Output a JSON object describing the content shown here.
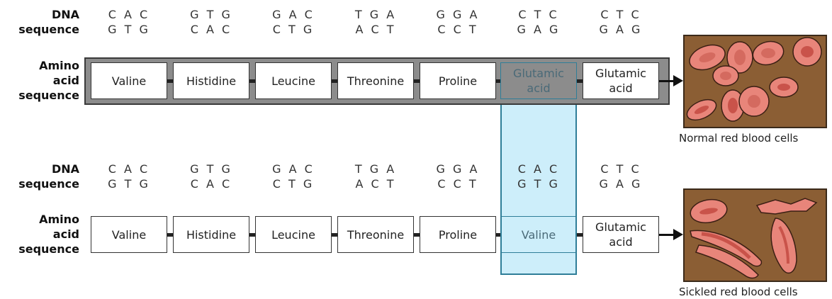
{
  "labels": {
    "dna": [
      "DNA",
      "sequence"
    ],
    "amino": [
      "Amino",
      "acid",
      "sequence"
    ]
  },
  "normal": {
    "dna": [
      {
        "top": "C A C",
        "bottom": "G T G"
      },
      {
        "top": "G T G",
        "bottom": "C A C"
      },
      {
        "top": "G A C",
        "bottom": "C T G"
      },
      {
        "top": "T G A",
        "bottom": "A C T"
      },
      {
        "top": "G G A",
        "bottom": "C C T"
      },
      {
        "top": "C T C",
        "bottom": "G A G"
      },
      {
        "top": "C T C",
        "bottom": "G A G"
      }
    ],
    "amino": [
      "Valine",
      "Histidine",
      "Leucine",
      "Threonine",
      "Proline",
      "Glutamic acid",
      "Glutamic acid"
    ],
    "caption": "Normal red blood cells"
  },
  "sickle": {
    "dna": [
      {
        "top": "C A C",
        "bottom": "G T G"
      },
      {
        "top": "G T G",
        "bottom": "C A C"
      },
      {
        "top": "G A C",
        "bottom": "C T G"
      },
      {
        "top": "T G A",
        "bottom": "A C T"
      },
      {
        "top": "G G A",
        "bottom": "C C T"
      },
      {
        "top": "C A C",
        "bottom": "G T G"
      },
      {
        "top": "C T C",
        "bottom": "G A G"
      }
    ],
    "amino": [
      "Valine",
      "Histidine",
      "Leucine",
      "Threonine",
      "Proline",
      "Valine",
      "Glutamic acid"
    ],
    "caption": "Sickled red blood cells"
  },
  "highlight_index": 5,
  "colors": {
    "highlight_fill": "#cdeefa",
    "highlight_border": "#2f7e98",
    "track_fill": "#8c8c8c",
    "cell_background": "#8b5e34",
    "cell_fill": "#e8857a",
    "cell_dark": "#c9534a"
  }
}
